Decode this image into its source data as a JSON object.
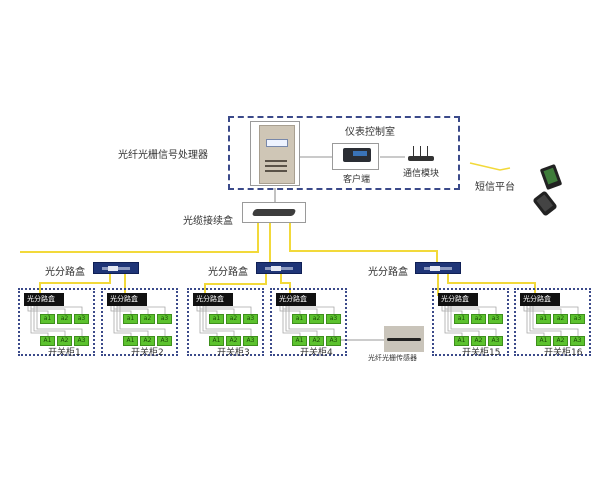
{
  "control_room": {
    "title": "仪表控制室",
    "processor_label": "光纤光栅信号处理器",
    "client_label": "客户端",
    "comm_module_label": "通信模块"
  },
  "sms": {
    "label": "短信平台"
  },
  "splice_box": {
    "label": "光缆接续盒"
  },
  "splitters": [
    {
      "label": "光分路盒"
    },
    {
      "label": "光分路盒"
    },
    {
      "label": "光分路盒"
    }
  ],
  "sensor": {
    "label": "光纤光栅传感器"
  },
  "cabinets": [
    {
      "name": "开关柜1",
      "box_label": "光分路盒",
      "upper": [
        "a1",
        "a2",
        "a3"
      ],
      "lower": [
        "A1",
        "A2",
        "A3"
      ]
    },
    {
      "name": "开关柜2",
      "box_label": "光分路盒",
      "upper": [
        "a1",
        "a2",
        "a3"
      ],
      "lower": [
        "A1",
        "A2",
        "A3"
      ]
    },
    {
      "name": "开关柜3",
      "box_label": "光分路盒",
      "upper": [
        "a1",
        "a2",
        "a3"
      ],
      "lower": [
        "A1",
        "A2",
        "A3"
      ]
    },
    {
      "name": "开关柜4",
      "box_label": "光分路盒",
      "upper": [
        "a1",
        "a2",
        "a3"
      ],
      "lower": [
        "A1",
        "A2",
        "A3"
      ]
    },
    {
      "name": "开关柜15",
      "box_label": "光分路盒",
      "upper": [
        "a1",
        "a2",
        "a3"
      ],
      "lower": [
        "A1",
        "A2",
        "A3"
      ]
    },
    {
      "name": "开关柜16",
      "box_label": "光分路盒",
      "upper": [
        "a1",
        "a2",
        "a3"
      ],
      "lower": [
        "A1",
        "A2",
        "A3"
      ]
    }
  ],
  "colors": {
    "fiber": "#f2d93a",
    "border": "#3b4a8a",
    "splitter": "#1f3577",
    "sensor_block": "#5cc22e"
  }
}
